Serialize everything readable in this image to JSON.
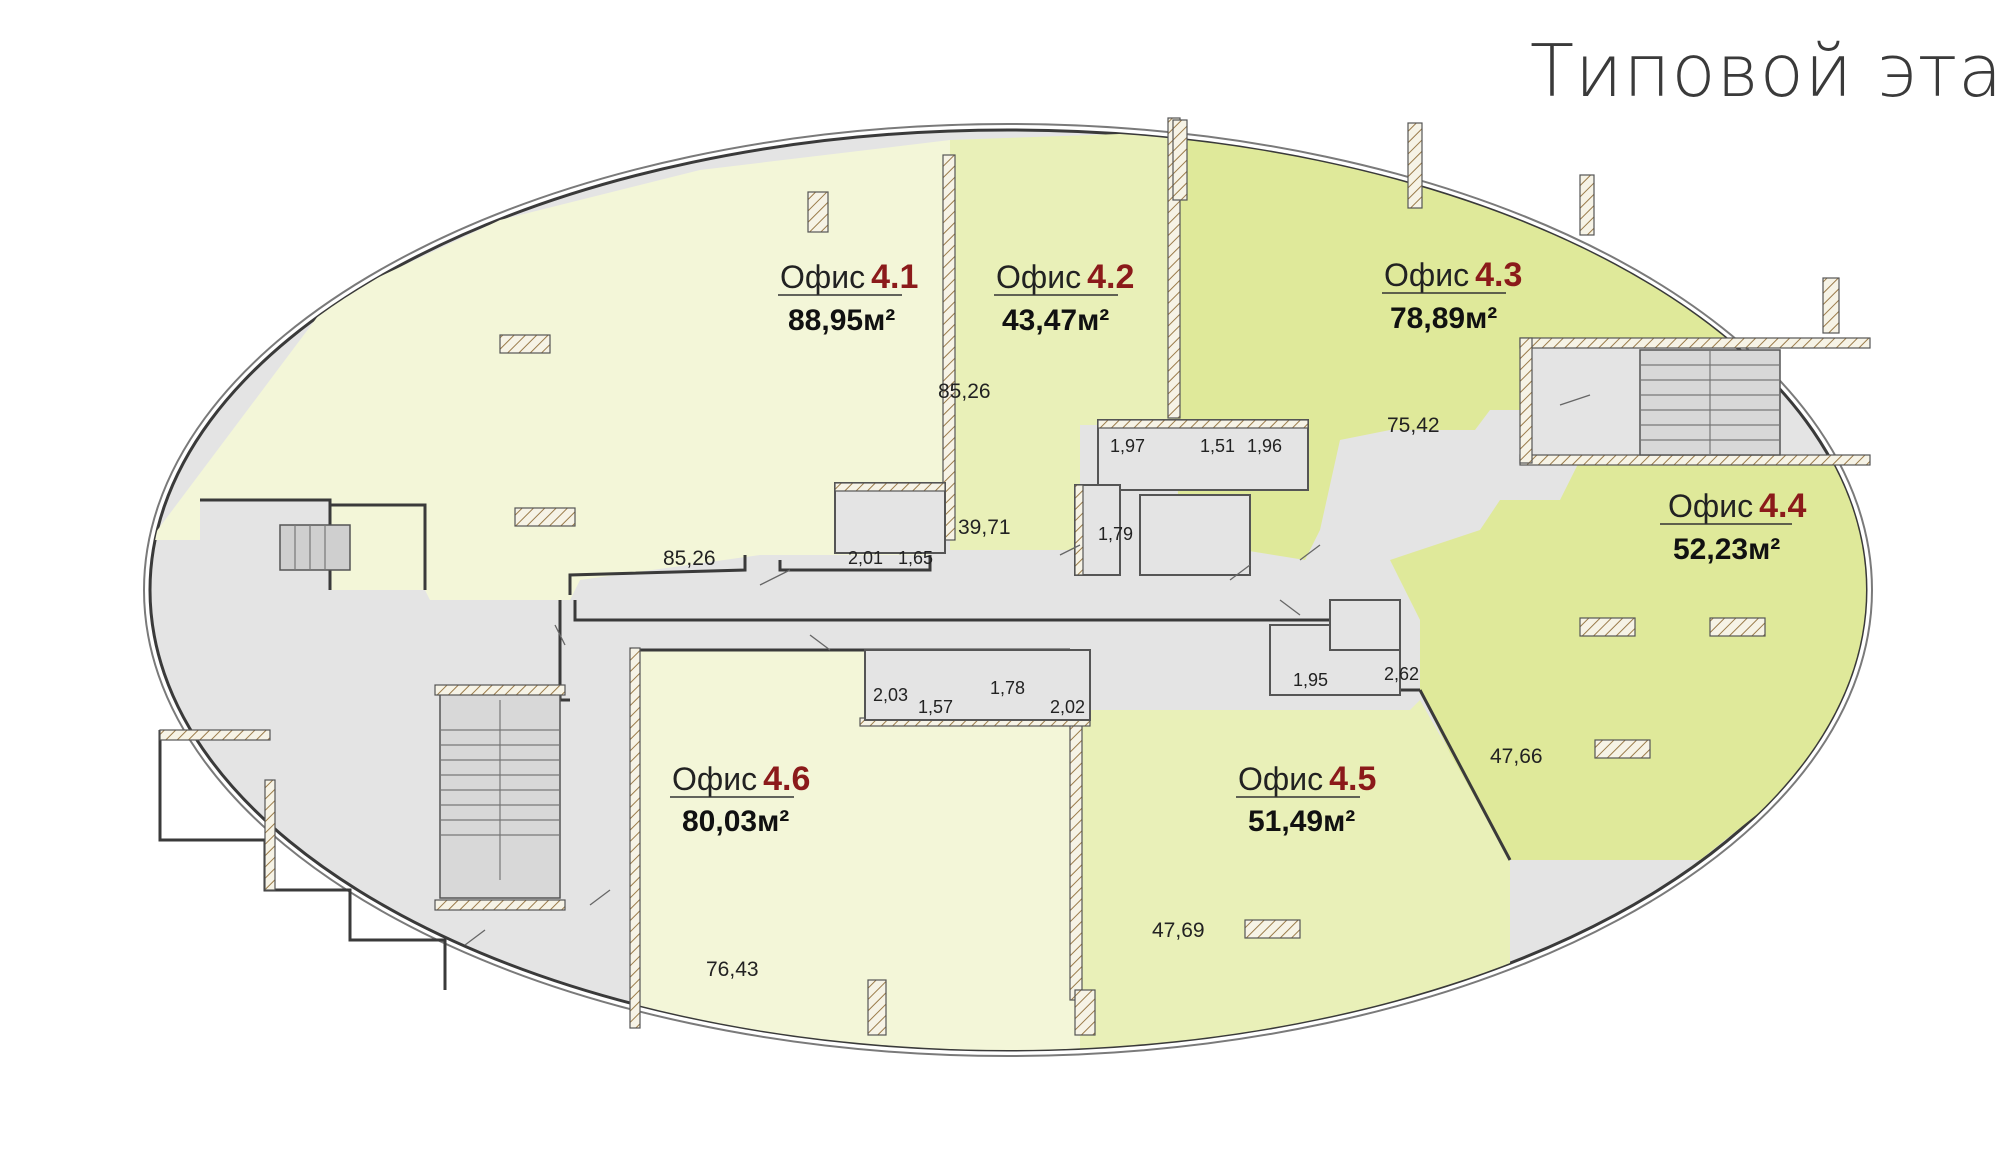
{
  "title": "Типовой этаж",
  "offices": [
    {
      "word": "Офис",
      "number": "4.1",
      "area": "88,95м²"
    },
    {
      "word": "Офис",
      "number": "4.2",
      "area": "43,47м²"
    },
    {
      "word": "Офис",
      "number": "4.3",
      "area": "78,89м²"
    },
    {
      "word": "Офис",
      "number": "4.4",
      "area": "52,23м²"
    },
    {
      "word": "Офис",
      "number": "4.5",
      "area": "51,49м²"
    },
    {
      "word": "Офис",
      "number": "4.6",
      "area": "80,03м²"
    }
  ],
  "room_areas": {
    "r_85_26_a": "85,26",
    "r_85_26_b": "85,26",
    "r_39_71": "39,71",
    "r_75_42": "75,42",
    "r_47_66": "47,66",
    "r_47_69": "47,69",
    "r_76_43": "76,43"
  },
  "wc_areas": {
    "w_1_97": "1,97",
    "w_1_51": "1,51",
    "w_1_96": "1,96",
    "w_1_79": "1,79",
    "w_2_01": "2,01",
    "w_1_65": "1,65",
    "w_2_03": "2,03",
    "w_1_57": "1,57",
    "w_1_78": "1,78",
    "w_2_02": "2,02",
    "w_1_95": "1,95",
    "w_2_62": "2,62"
  },
  "colors": {
    "office_light": "#f3f6d8",
    "office_mid": "#e9f0b8",
    "office_strong": "#dfe99a",
    "common": "#e4e4e4",
    "wall": "#3a3a3a",
    "office_number": "#8b1a1a"
  }
}
